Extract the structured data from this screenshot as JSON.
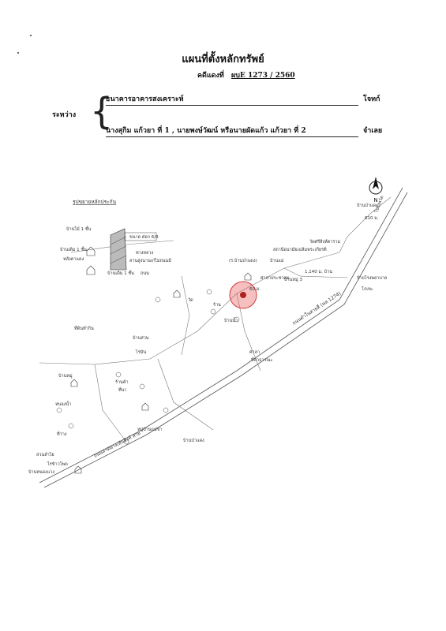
{
  "document": {
    "title": "แผนที่ตั้งหลักทรัพย์",
    "case_label": "คดีแดงที่",
    "case_number": "ผบE 1273 / 2560",
    "between_label": "ระหว่าง",
    "plaintiff": "ธนาคารอาคารสงเคราะห์",
    "plaintiff_role": "โจทก์",
    "defendants": "นางสุกิม  แก้วยา  ที่ 1  , นายพงษ์วัฒน์ หรือนายผัดแก้ว  แก้วยา  ที่ 2",
    "defendants_role": "จำเลย"
  },
  "map": {
    "inset_title": "รูปขยายหลักประกัน",
    "north_label": "N",
    "highway_label": "ถนนดำในสายสี่ (ทล 1274)",
    "highway_label_2": "ถนนลาดยางเส้นสิงห์ สาย",
    "labels": {
      "top_right": "บ้านป่าแดง",
      "distance_top": "610 ม.",
      "right_side": "ไปจังหวัด",
      "temple_area": "วัดศรีสิงห์ตาราม",
      "school_area": "สถานีอนามัยเฉลิมพระเกียรติ",
      "school_sub": "(ร.บ้านป่าแดง)",
      "village_office": "บ้านแม่",
      "office_label": "ศาลาประชาคม",
      "distance_mid": "1,140 ม. บ้าน",
      "village_sign": "บ้านหมู่ 3",
      "distance_center": "60 ม.",
      "right_label_a": "ป้ายโรงพยาบาล",
      "right_label_b": "โกเทะ",
      "left_top_a": "บ้านไม้ 1 ชั้น",
      "left_top_b": "บ้านเดิม 1 ชั้น",
      "left_top_c": "หลังคาแดง",
      "inset_area": "ขนาด ศอก 6/8",
      "inset_a": "ทางหลวง",
      "inset_b": "ลานสูงนานเก๋ไม่ถนนมี",
      "inset_c": "บ้านเดิม 1 ชั้น",
      "inset_d": "ถนน",
      "temple": "วัด",
      "cluster_a": "ร้าน",
      "cluster_b": "บ้านน้ำ",
      "lower_a": "ศาลา",
      "lower_b": "ที่สาธารณะ",
      "lower_c": "ที่ดินทำกิน",
      "lower_d": "บ้านส่วน",
      "lower_e": "ไร่มัน",
      "lower_f": "บ้านหมู่",
      "lower_g": "ร้านค้า",
      "lower_h": "ที่นา",
      "lower_i": "หนองน้ำ",
      "lower_j": "หมู่บ้านแม่ข่า",
      "lower_k": "ที่ว่าง",
      "lower_l": "บ้านป่าแดง",
      "bottom_a": "สวนลำไย",
      "bottom_b": "ไร่ข้าวโพด",
      "bottom_c": "บ้านหนองแวง"
    }
  },
  "colors": {
    "marker": "#e64a4a",
    "ink": "#222222"
  }
}
